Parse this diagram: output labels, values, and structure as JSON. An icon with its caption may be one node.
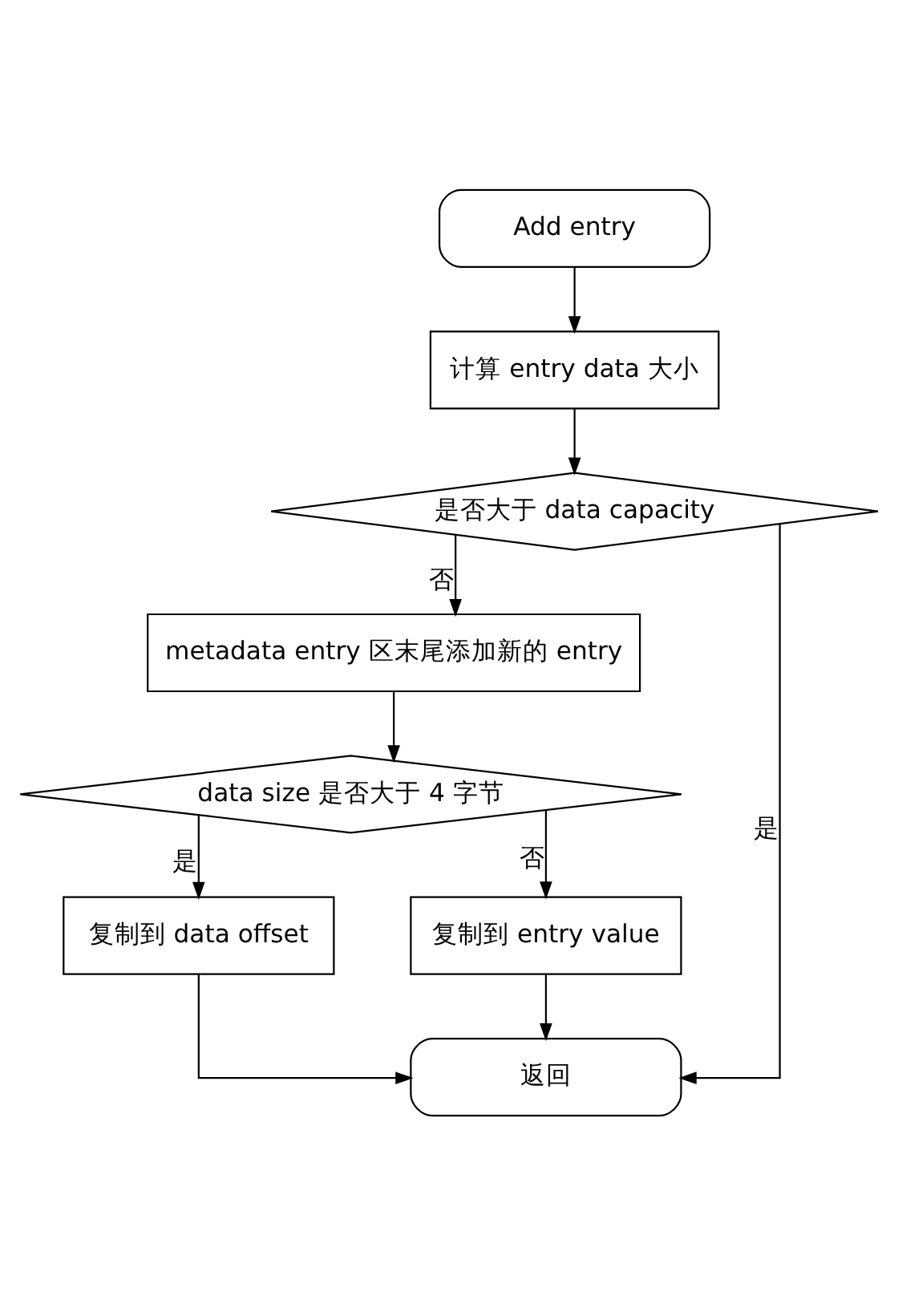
{
  "diagram": {
    "nodes": [
      {
        "text": [
          "Add entry"
        ]
      },
      {
        "text": [
          "计算 entry data 大小"
        ]
      },
      {
        "text": [
          "是否大于 data capacity"
        ]
      },
      {
        "text": [
          "metadata entry 区末尾添加新的 entry"
        ]
      },
      {
        "text": [
          "data size 是否大于 4 字节"
        ]
      },
      {
        "text": [
          "复制到 data offset"
        ]
      },
      {
        "text": [
          "复制到 entry value"
        ]
      },
      {
        "text": [
          "返回"
        ]
      }
    ],
    "edges": [
      {
        "from": 0,
        "to": 1,
        "arrow": "to"
      },
      {
        "from": 1,
        "to": 2,
        "arrow": "to"
      },
      {
        "from": 2,
        "to": 7,
        "arrow": "to",
        "label": "是"
      },
      {
        "from": 2,
        "to": 3,
        "arrow": "to",
        "label": "否"
      },
      {
        "from": 3,
        "to": 4,
        "arrow": "to"
      },
      {
        "from": 4,
        "to": 5,
        "arrow": "to",
        "label": "是"
      },
      {
        "from": 4,
        "to": 6,
        "arrow": "to",
        "label": "否"
      },
      {
        "from": 5,
        "to": 7,
        "arrow": "to"
      },
      {
        "from": 6,
        "to": 7,
        "arrow": "to"
      }
    ]
  }
}
